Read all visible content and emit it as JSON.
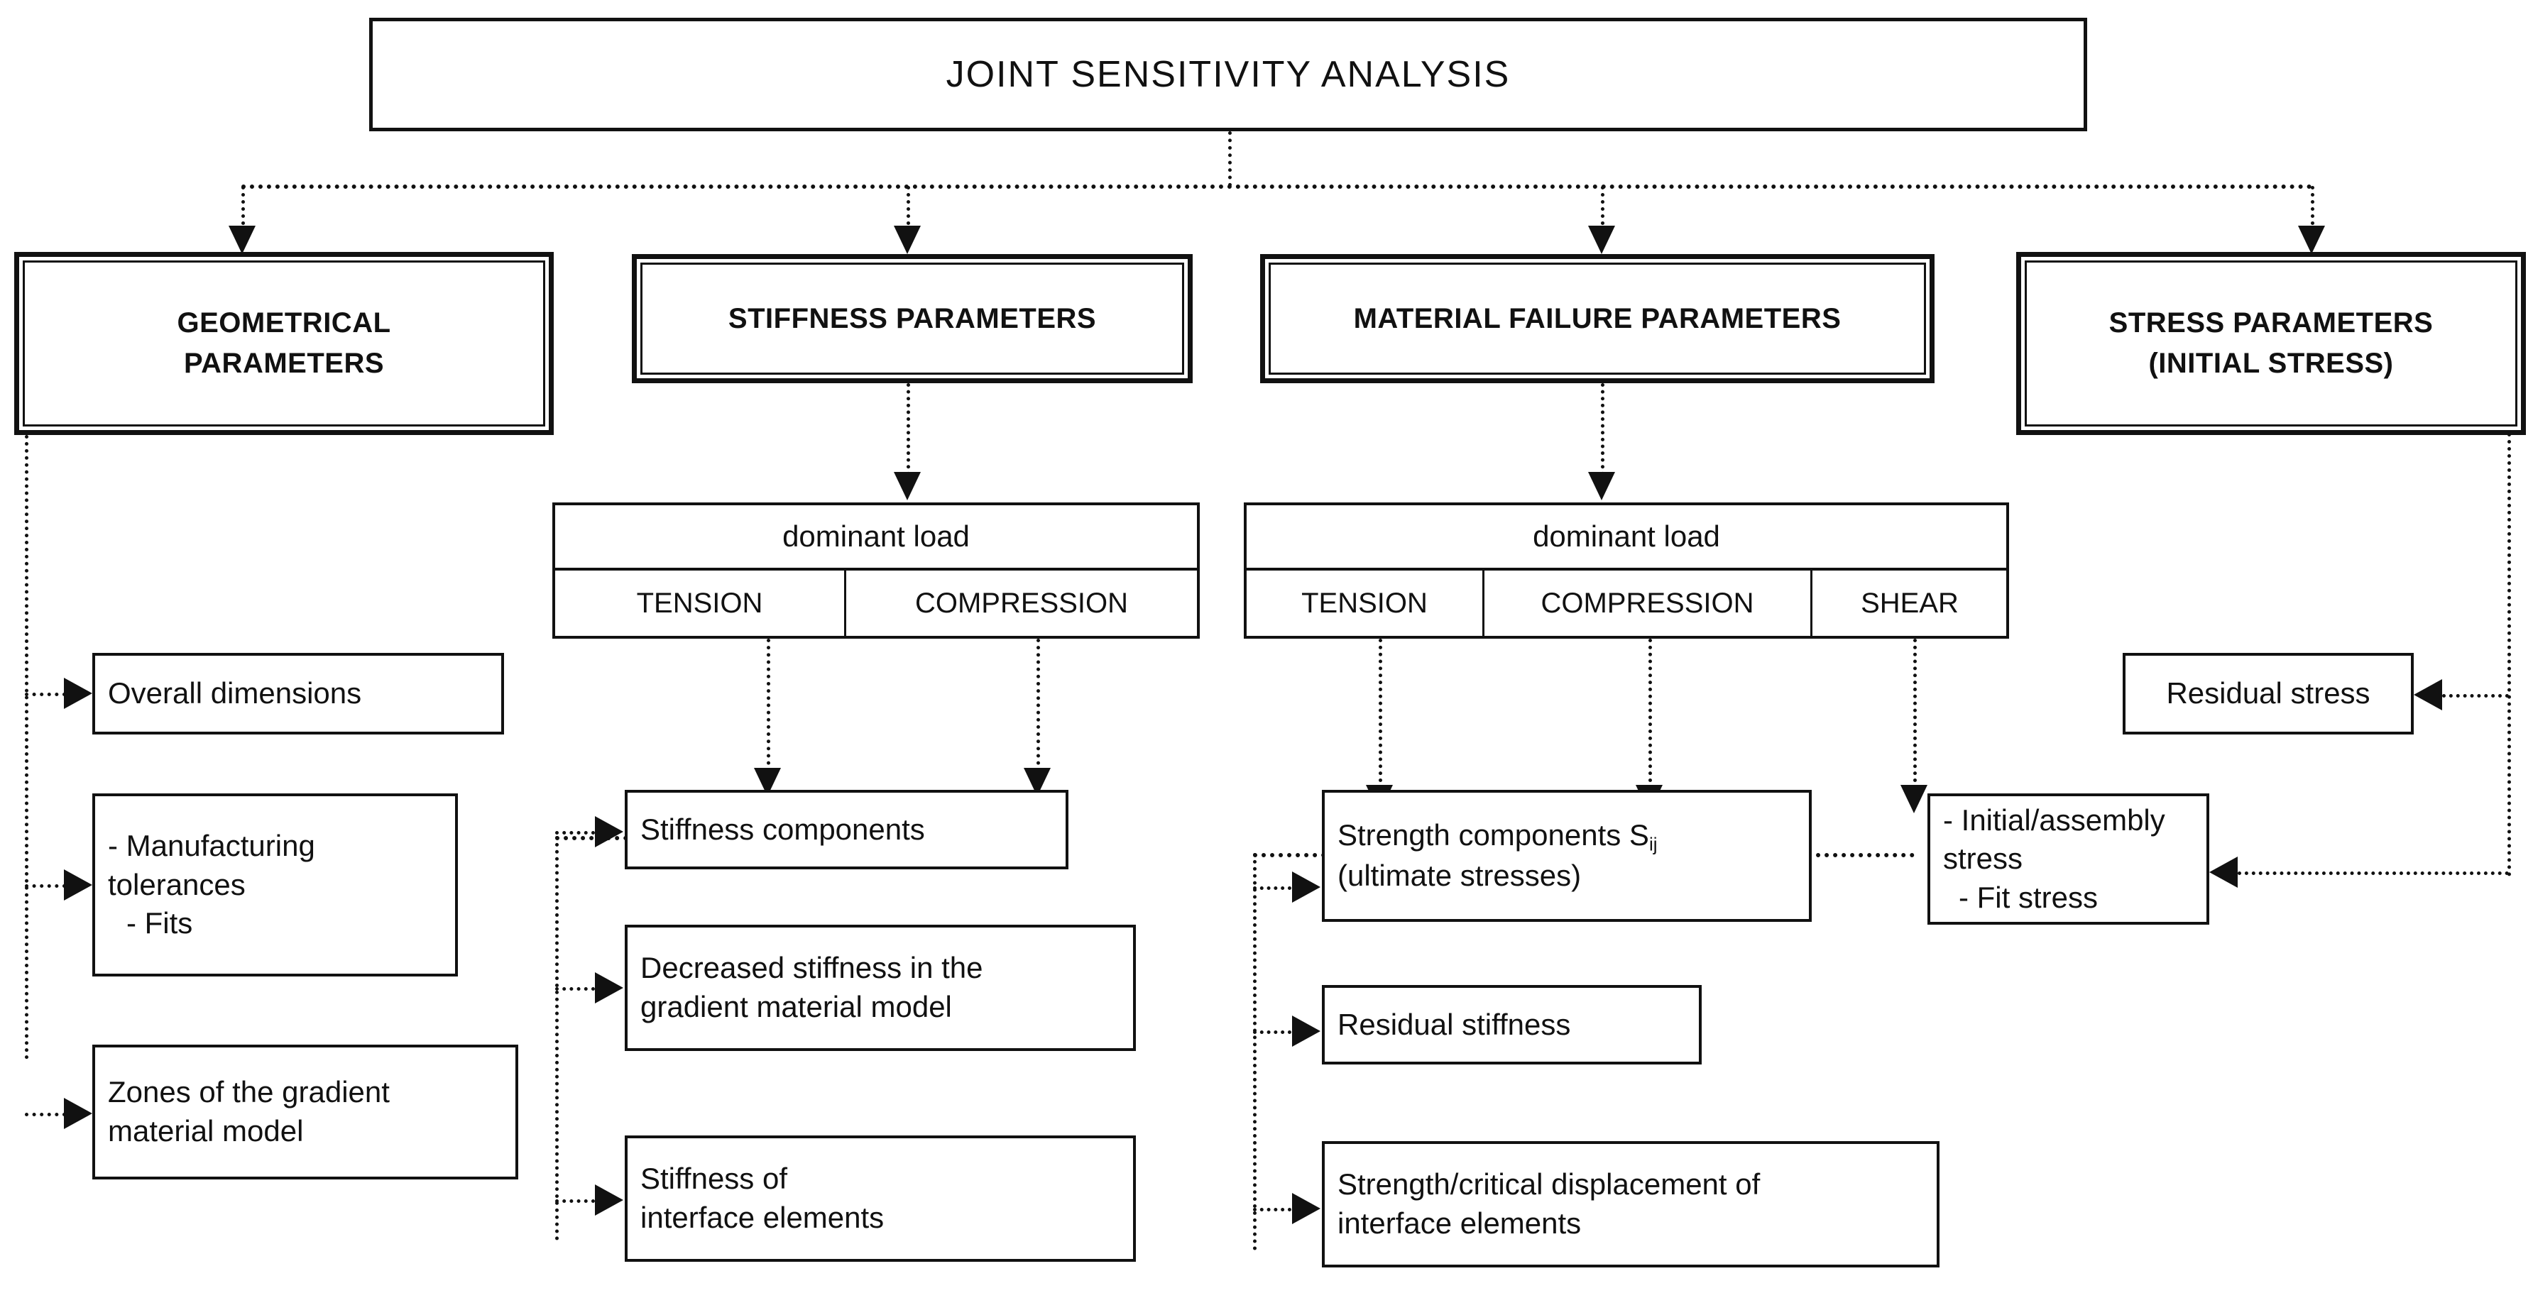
{
  "diagram": {
    "title": "JOINT SENSITIVITY ANALYSIS",
    "branches": {
      "geometrical": {
        "label_line1": "GEOMETRICAL",
        "label_line2": "PARAMETERS",
        "leaves": [
          {
            "text": "Overall dimensions"
          },
          {
            "line1": "- Manufacturing",
            "line2": "tolerances",
            "line3": "- Fits"
          },
          {
            "line1": "Zones of the gradient",
            "line2": "material model"
          }
        ]
      },
      "stiffness": {
        "label": "STIFFNESS PARAMETERS",
        "table": {
          "header": "dominant load",
          "columns": [
            "TENSION",
            "COMPRESSION"
          ]
        },
        "leaves": [
          {
            "text": "Stiffness components"
          },
          {
            "line1": "Decreased stiffness in the",
            "line2": "gradient material model"
          },
          {
            "line1": "Stiffness of",
            "line2": "interface elements"
          }
        ]
      },
      "material_failure": {
        "label": "MATERIAL FAILURE PARAMETERS",
        "table": {
          "header": "dominant load",
          "columns": [
            "TENSION",
            "COMPRESSION",
            "SHEAR"
          ]
        },
        "leaves": [
          {
            "line1_a": "Strength components S",
            "line1_sub": "ij",
            "line2": "(ultimate  stresses)"
          },
          {
            "text": "Residual stiffness"
          },
          {
            "line1": "Strength/critical displacement of",
            "line2": "interface elements"
          }
        ]
      },
      "stress": {
        "label_line1": "STRESS PARAMETERS",
        "label_line2": "(INITIAL STRESS)",
        "leaves": [
          {
            "text": "Residual stress"
          },
          {
            "line1": "- Initial/assembly stress",
            "line2": "- Fit stress"
          }
        ]
      }
    },
    "colors": {
      "ink": "#111111",
      "paper": "#ffffff"
    }
  }
}
